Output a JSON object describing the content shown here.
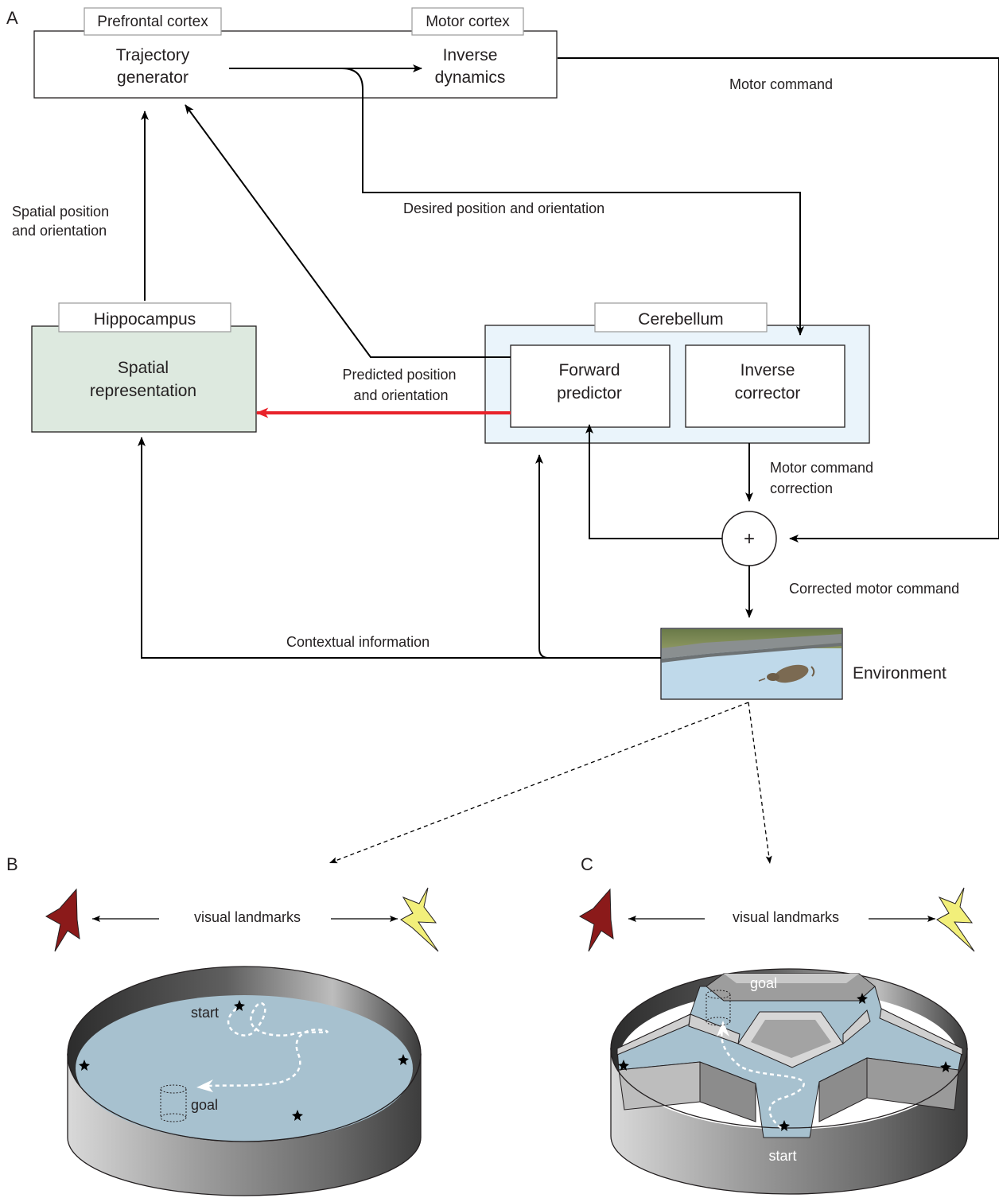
{
  "panels": {
    "a": "A",
    "b": "B",
    "c": "C"
  },
  "boxes": {
    "prefrontal_label": "Prefrontal cortex",
    "motor_label": "Motor cortex",
    "trajectory": [
      "Trajectory",
      "generator"
    ],
    "inverse_dynamics": [
      "Inverse",
      "dynamics"
    ],
    "hippocampus_label": "Hippocampus",
    "spatial": [
      "Spatial",
      "representation"
    ],
    "cerebellum_label": "Cerebellum",
    "forward": [
      "Forward",
      "predictor"
    ],
    "corrector": [
      "Inverse",
      "corrector"
    ],
    "sum_symbol": "+",
    "environment": "Environment"
  },
  "arrows": {
    "motor_command": "Motor command",
    "desired": "Desired position and orientation",
    "spatial_pos": [
      "Spatial position",
      "and orientation"
    ],
    "predicted": [
      "Predicted position",
      "and orientation"
    ],
    "correction": [
      "Motor command",
      "correction"
    ],
    "corrected": "Corrected motor command",
    "contextual": "Contextual information"
  },
  "panel_b": {
    "landmarks": "visual landmarks",
    "start": "start",
    "goal": "goal"
  },
  "panel_c": {
    "landmarks": "visual landmarks",
    "start": "start",
    "goal": "goal"
  },
  "colors": {
    "hippocampus_fill": "#dde9df",
    "cerebellum_fill": "#eaf4fb",
    "prediction_arrow": "#e8222a",
    "water": "#a7c1cf",
    "star_red": "#8b1a1a",
    "star_yellow": "#f2ef7a"
  }
}
